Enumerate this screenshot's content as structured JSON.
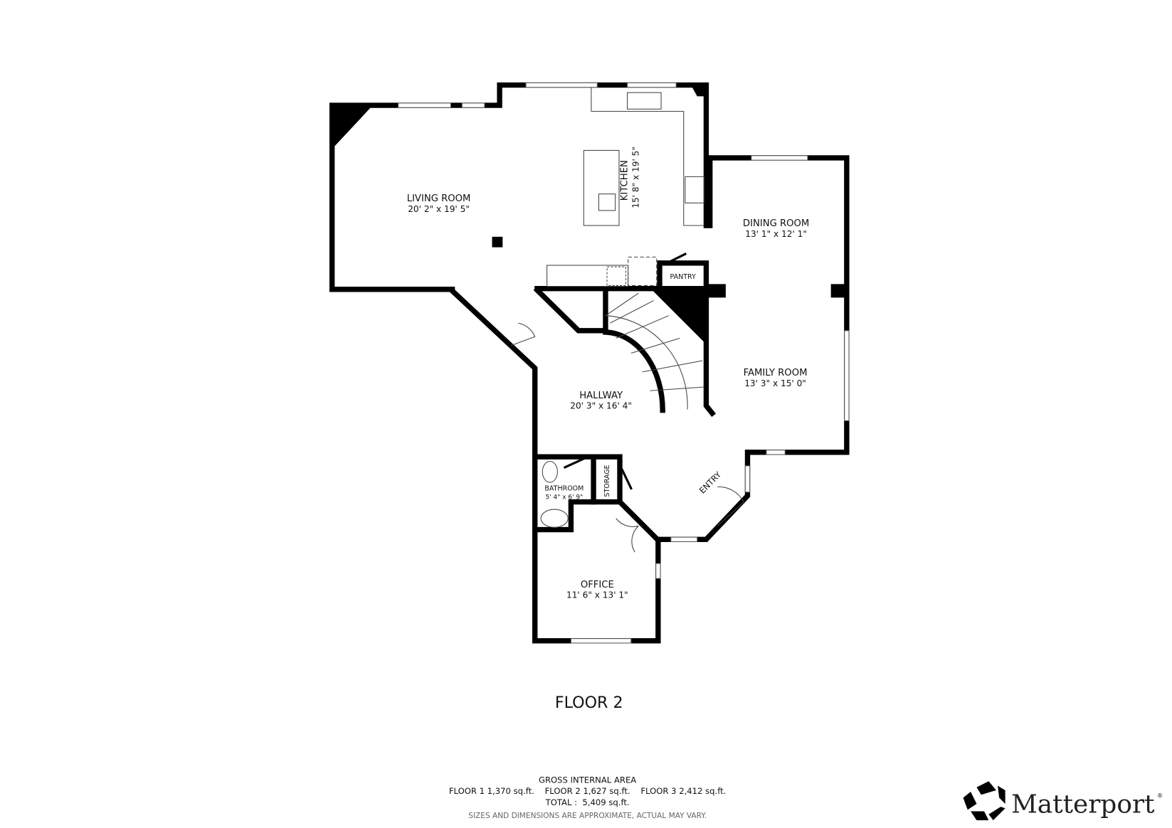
{
  "floor_title": "FLOOR 2",
  "rooms": [
    {
      "name": "LIVING ROOM",
      "dims": "20' 2\" x 19' 5\""
    },
    {
      "name": "KITCHEN",
      "dims": "15' 8\" x 19' 5\""
    },
    {
      "name": "DINING ROOM",
      "dims": "13' 1\" x 12' 1\""
    },
    {
      "name": "FAMILY ROOM",
      "dims": "13' 3\" x 15' 0\""
    },
    {
      "name": "HALLWAY",
      "dims": "20' 3\" x 16' 4\""
    },
    {
      "name": "BATHROOM",
      "dims": "5' 4\" x 6' 9\""
    },
    {
      "name": "OFFICE",
      "dims": "11' 6\" x 13' 1\""
    },
    {
      "name": "PANTRY"
    },
    {
      "name": "STORAGE"
    },
    {
      "name": "ENTRY"
    }
  ],
  "area": {
    "heading": "GROSS INTERNAL AREA",
    "floors_line": "FLOOR 1 1,370 sq.ft.    FLOOR 2 1,627 sq.ft.    FLOOR 3 2,412 sq.ft.",
    "total_line": "TOTAL :  5,409 sq.ft.",
    "disclaimer": "SIZES AND DIMENSIONS ARE APPROXIMATE, ACTUAL MAY VARY."
  },
  "logo": {
    "text": "Matterport",
    "mark": "®"
  }
}
